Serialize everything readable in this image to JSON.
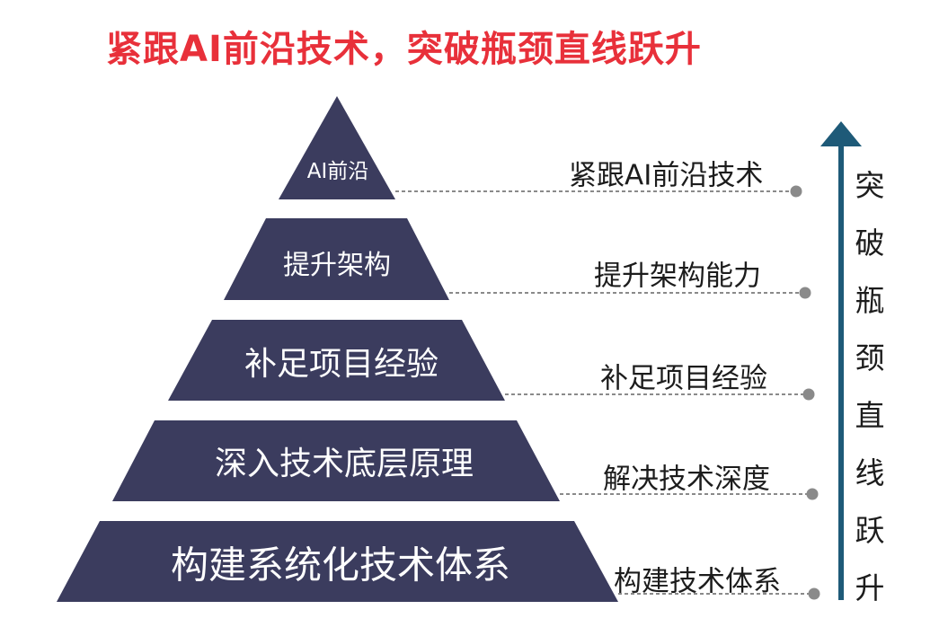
{
  "title": "紧跟AI前沿技术，突破瓶颈直线跃升",
  "pyramid": {
    "levels": [
      {
        "label": "AI前沿",
        "side_label": "紧跟AI前沿技术"
      },
      {
        "label": "提升架构",
        "side_label": "提升架构能力"
      },
      {
        "label": "补足项目经验",
        "side_label": "补足项目经验"
      },
      {
        "label": "深入技术底层原理",
        "side_label": "解决技术深度"
      },
      {
        "label": "构建系统化技术体系",
        "side_label": "构建技术体系"
      }
    ]
  },
  "arrow": {
    "text_chars": [
      "突",
      "破",
      "瓶",
      "颈",
      "直",
      "线",
      "跃",
      "升"
    ]
  },
  "colors": {
    "title": "#e8303a",
    "pyramid_fill": "#3b3c5e",
    "arrow": "#1e5a78",
    "connector": "#8a8a8a",
    "dot": "#8a8a8a"
  }
}
